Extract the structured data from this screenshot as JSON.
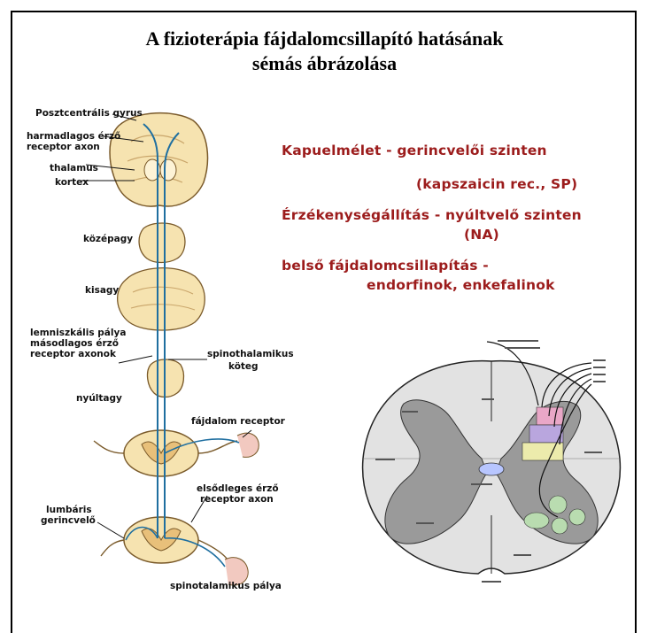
{
  "title": {
    "line1": "A fizioterápia fájdalomcsillapító hatásának",
    "line2": "sémás ábrázolása"
  },
  "mechanisms": [
    "Kapuelmélet - gerincvelői szinten",
    "(kapszaicin rec., SP)",
    "Érzékenységállítás - nyúltvelő szinten",
    "(NA)",
    "belső fájdalomcsillapítás -",
    "endorfinok, enkefalinok"
  ],
  "pathway_labels": {
    "postcentral_gyrus": "Posztcentrális gyrus",
    "third_order_axon_1": "harmadlagos érző",
    "third_order_axon_2": "receptor axon",
    "thalamus": "thalamus",
    "cortex": "kortex",
    "midbrain": "középagy",
    "pons": "kisagy",
    "lemniscal_1": "lemniszkális pálya",
    "lemniscal_2": "másodlagos érző",
    "lemniscal_3": "receptor axonok",
    "spinothalamic_bundle_1": "spinothalamikus",
    "spinothalamic_bundle_2": "köteg",
    "medulla": "nyúltagy",
    "pain_receptor": "fájdalom receptor",
    "first_order_axon_1": "elsődleges érző",
    "first_order_axon_2": "receptor axon",
    "lumbar_1": "lumbáris",
    "lumbar_2": "gerincvelő",
    "spinothalamic_tract": "spinotalamikus pálya"
  },
  "colors": {
    "accent_red": "#9c1c1c",
    "brain_tissue": "#f6e3b0",
    "white_matter": "#fdf3d6",
    "axon": "#1f6fa0",
    "cord_gray": "#c8c8c8",
    "cord_dark": "#8f8f8f",
    "dorsal_horn_pink": "#e9a7c7",
    "dorsal_horn_purple": "#b9a6de",
    "dorsal_horn_yellow": "#ecebac",
    "ventral_green": "#b9dcb0",
    "central_blue": "#b8c6ff"
  }
}
